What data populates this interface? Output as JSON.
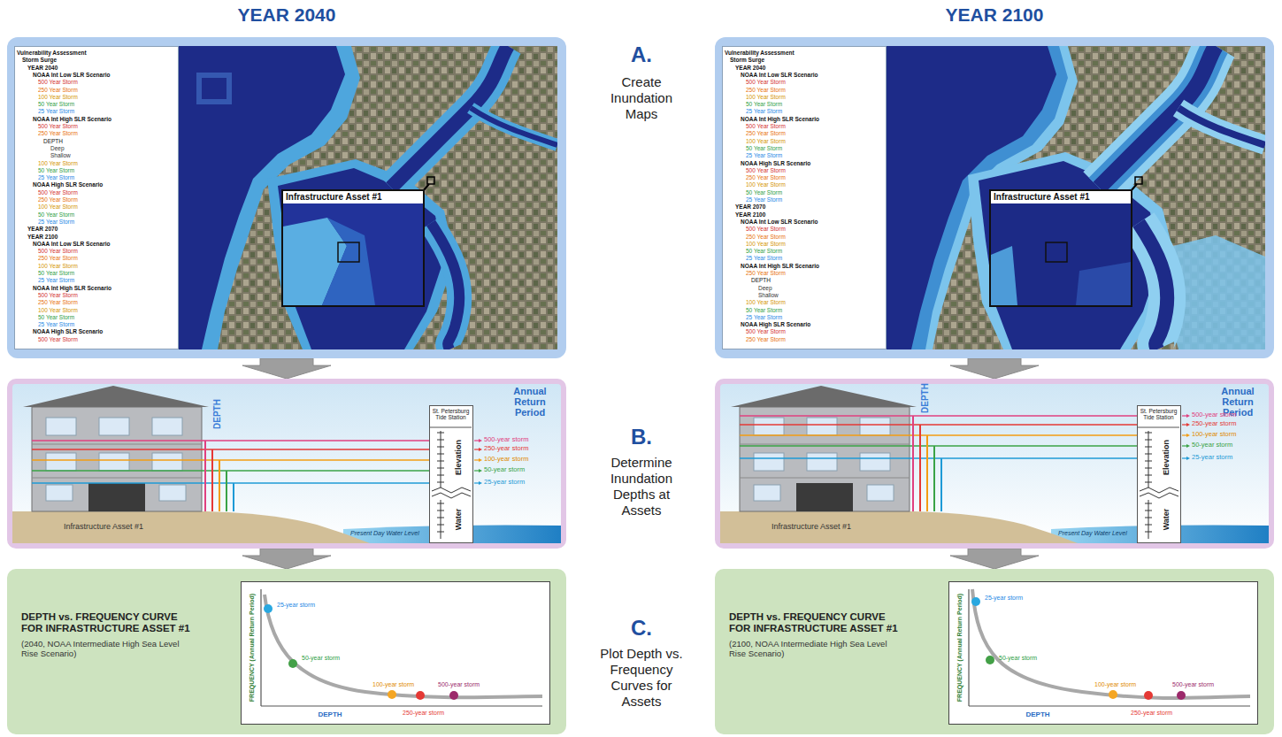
{
  "diagram": {
    "nodes": [
      {
        "text": [
          "YEAR 2040"
        ]
      },
      {
        "text": [
          "Vulnerability Assessment",
          "Storm Surge",
          "YEAR 2040",
          "NOAA Int Low SLR Scenario",
          "500 Year Storm",
          "250 Year Storm",
          "100 Year Storm",
          "50 Year Storm",
          "25 Year Storm",
          "NOAA Int High SLR Scenario",
          "500 Year Storm",
          "250 Year Storm",
          "DEPTH",
          "Deep",
          "Shallow",
          "100 Year Storm",
          "50 Year Storm",
          "25 Year Storm",
          "NOAA High SLR Scenario",
          "500 Year Storm",
          "250 Year Storm",
          "100 Year Storm",
          "50 Year Storm",
          "25 Year Storm",
          "YEAR 2070",
          "YEAR 2100",
          "NOAA Int Low SLR Scenario",
          "500 Year Storm",
          "250 Year Storm",
          "100 Year Storm",
          "50 Year Storm",
          "25 Year Storm",
          "NOAA Int High SLR Scenario",
          "500 Year Storm",
          "250 Year Storm",
          "100 Year Storm",
          "50 Year Storm",
          "25 Year Storm",
          "NOAA High SLR Scenario",
          "500 Year Storm"
        ],
        "in": 0
      },
      {
        "text": [
          "Infrastructure Asset #1"
        ],
        "in": 0
      },
      {
        "text": [
          "YEAR 2100"
        ]
      },
      {
        "text": [
          "Vulnerability Assessment",
          "Storm Surge",
          "YEAR 2040",
          "NOAA Int Low SLR Scenario",
          "500 Year Storm",
          "250 Year Storm",
          "100 Year Storm",
          "50 Year Storm",
          "25 Year Storm",
          "NOAA Int High SLR Scenario",
          "500 Year Storm",
          "250 Year Storm",
          "100 Year Storm",
          "50 Year Storm",
          "25 Year Storm",
          "NOAA High SLR Scenario",
          "500 Year Storm",
          "250 Year Storm",
          "100 Year Storm",
          "50 Year Storm",
          "25 Year Storm",
          "YEAR 2070",
          "YEAR 2100",
          "NOAA Int Low SLR Scenario",
          "500 Year Storm",
          "250 Year Storm",
          "100 Year Storm",
          "50 Year Storm",
          "25 Year Storm",
          "NOAA Int High SLR Scenario",
          "250 Year Storm",
          "DEPTH",
          "Deep",
          "Shallow",
          "100 Year Storm",
          "50 Year Storm",
          "25 Year Storm",
          "NOAA High SLR Scenario",
          "500 Year Storm",
          "250 Year Storm"
        ],
        "in": 3
      },
      {
        "text": [
          "Infrastructure Asset #1"
        ],
        "in": 3
      },
      {
        "text": [
          "DEPTH",
          "Annual Return Period",
          "500-year storm",
          "250-year storm",
          "100-year storm",
          "50-year storm",
          "25-year storm",
          "Infrastructure Asset #1",
          "Present Day Water Level"
        ]
      },
      {
        "text": [
          "St. Petersburg Tide Station",
          "Elevation",
          "Water"
        ],
        "in": 6
      },
      {
        "text": [
          "DEPTH",
          "Annual Return Period",
          "500-year storm",
          "250-year storm",
          "100-year storm",
          "50-year storm",
          "25-year storm",
          "Infrastructure Asset #1",
          "Present Day Water Level"
        ]
      },
      {
        "text": [
          "St. Petersburg Tide Station",
          "Elevation",
          "Water"
        ],
        "in": 8
      },
      {
        "text": [
          "DEPTH vs. FREQUENCY CURVE FOR INFRASTRUCTURE ASSET #1",
          "(2040, NOAA Intermediate High Sea Level Rise Scenario)"
        ]
      },
      {
        "text": [
          "FREQUENCY (Annual Return Period)",
          "DEPTH",
          "25-year storm",
          "50-year storm",
          "100-year storm",
          "250-year storm",
          "500-year storm"
        ],
        "in": 10
      },
      {
        "text": [
          "DEPTH vs. FREQUENCY CURVE FOR INFRASTRUCTURE ASSET #1",
          "(2100, NOAA Intermediate High Sea Level Rise Scenario)"
        ]
      },
      {
        "text": [
          "FREQUENCY (Annual Return Period)",
          "DEPTH",
          "25-year storm",
          "50-year storm",
          "100-year storm",
          "250-year storm",
          "500-year storm"
        ],
        "in": 12
      }
    ],
    "edges": [
      {
        "from": 0,
        "to": 6,
        "arrow": "to"
      },
      {
        "from": 6,
        "to": 10,
        "arrow": "to"
      },
      {
        "from": 3,
        "to": 8,
        "arrow": "to"
      },
      {
        "from": 8,
        "to": 12,
        "arrow": "to"
      }
    ],
    "labels": [
      "A.",
      "Create Inundation Maps",
      "B.",
      "Determine Inundation Depths at Assets",
      "C.",
      "Plot Depth vs. Frequency Curves for Assets"
    ]
  }
}
